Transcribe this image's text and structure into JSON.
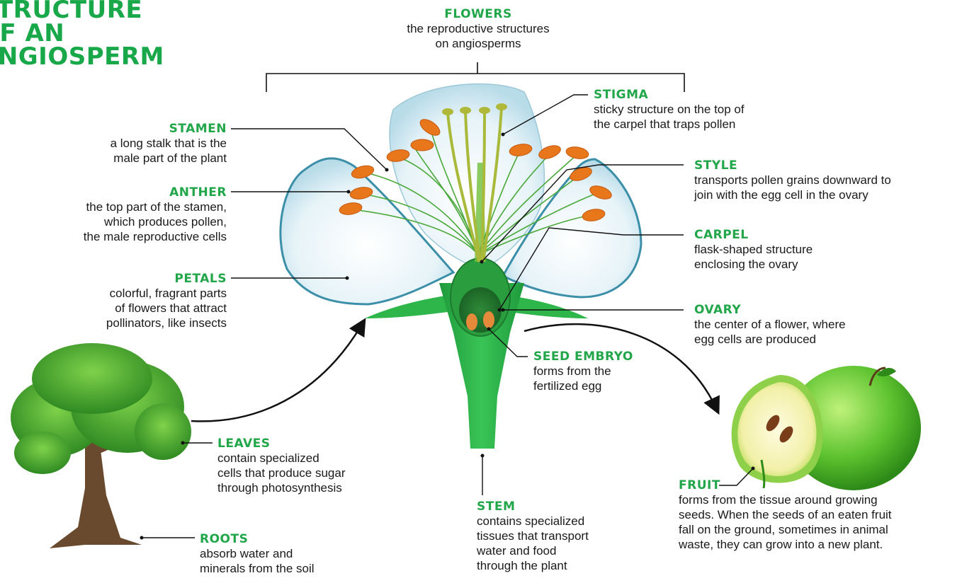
{
  "title": "STRUCTURE\nOF AN\nANGIOSPERM",
  "colors": {
    "accent": "#22a64a",
    "text": "#1a1a1a",
    "petal_edge": "#3c8fa8",
    "anther": "#e8771c",
    "stem": "#2fb64b"
  },
  "labels": {
    "flowers": {
      "heading": "FLOWERS",
      "desc": "the reproductive structures\non angiosperms"
    },
    "stamen": {
      "heading": "STAMEN",
      "desc": "a long stalk that is the\nmale part of the plant"
    },
    "anther": {
      "heading": "ANTHER",
      "desc": "the top part of the stamen,\nwhich produces pollen,\nthe male reproductive cells"
    },
    "petals": {
      "heading": "PETALS",
      "desc": "colorful, fragrant parts\nof flowers that attract\npollinators, like insects"
    },
    "stigma": {
      "heading": "STIGMA",
      "desc": "sticky structure on the top of\nthe carpel that traps pollen"
    },
    "style": {
      "heading": "STYLE",
      "desc": "transports pollen grains downward to\njoin with the egg cell in the ovary"
    },
    "carpel": {
      "heading": "CARPEL",
      "desc": "flask-shaped structure\nenclosing the ovary"
    },
    "ovary": {
      "heading": "OVARY",
      "desc": "the center of a flower, where\negg cells are produced"
    },
    "seed_embryo": {
      "heading": "SEED EMBRYO",
      "desc": "forms from the\nfertilized egg"
    },
    "leaves": {
      "heading": "LEAVES",
      "desc": "contain specialized\ncells that produce sugar\nthrough photosynthesis"
    },
    "roots": {
      "heading": "ROOTS",
      "desc": "absorb water and\nminerals from the soil"
    },
    "stem": {
      "heading": "STEM",
      "desc": "contains specialized\ntissues that transport\nwater and food\nthrough the plant"
    },
    "fruit": {
      "heading": "FRUIT",
      "desc": "forms from the tissue around growing\nseeds. When the seeds of an eaten fruit\nfall on the ground, sometimes in animal\nwaste, they can grow into a new plant."
    }
  }
}
